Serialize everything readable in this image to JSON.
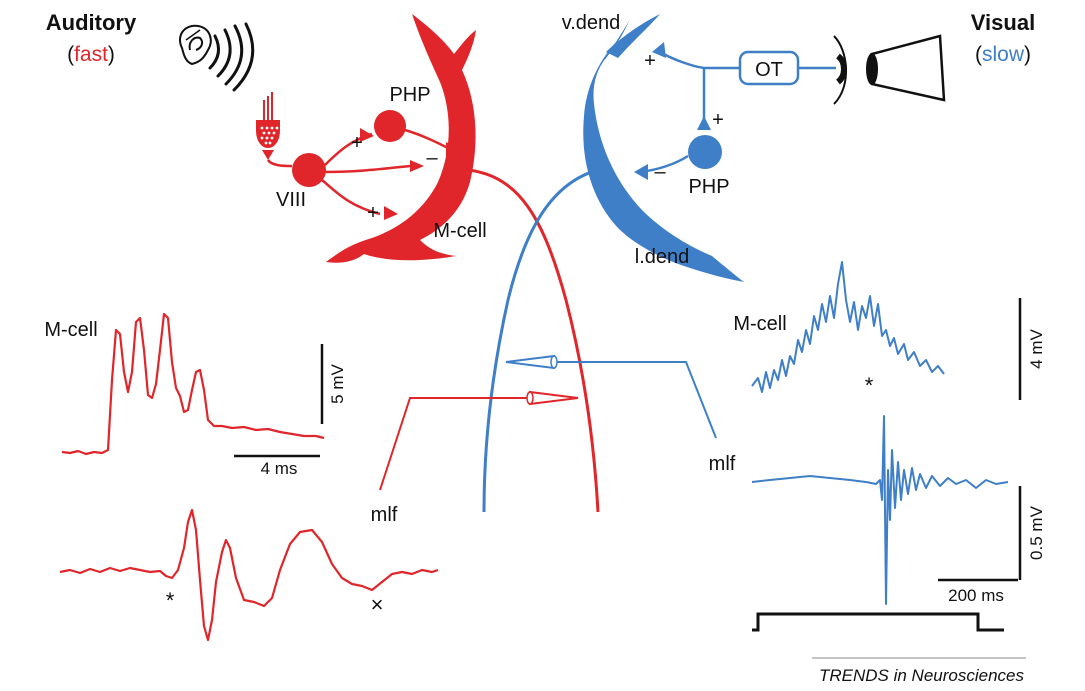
{
  "colors": {
    "auditory": "#e0262a",
    "visual": "#3f7fc8",
    "ink": "#111111"
  },
  "auditory": {
    "title": "Auditory",
    "paren_open": "(",
    "speed": "fast",
    "paren_close": ")",
    "php_label": "PHP",
    "viii_label": "VIII",
    "mcell_label": "M-cell",
    "plus_php": "+",
    "minus_php": "–",
    "plus_mcell": "+"
  },
  "visual": {
    "title": "Visual",
    "paren_open": "(",
    "speed": "slow",
    "paren_close": ")",
    "vdend_label": "v.dend",
    "ldend_label": "l.dend",
    "ot_label": "OT",
    "php_label": "PHP",
    "plus_vdend": "+",
    "plus_php": "+",
    "minus_php": "–"
  },
  "traces_left": {
    "mcell_label": "M-cell",
    "scale_voltage": "5 mV",
    "scale_time": "4 ms",
    "mlf_label": "mlf",
    "stim_marker": "*",
    "end_marker": "×"
  },
  "traces_right": {
    "mcell_label": "M-cell",
    "scale_voltage_top": "4 mV",
    "scale_voltage_bottom": "0.5 mV",
    "scale_time": "200 ms",
    "mlf_label": "mlf",
    "stim_marker": "*"
  },
  "source": "TRENDS in Neurosciences"
}
